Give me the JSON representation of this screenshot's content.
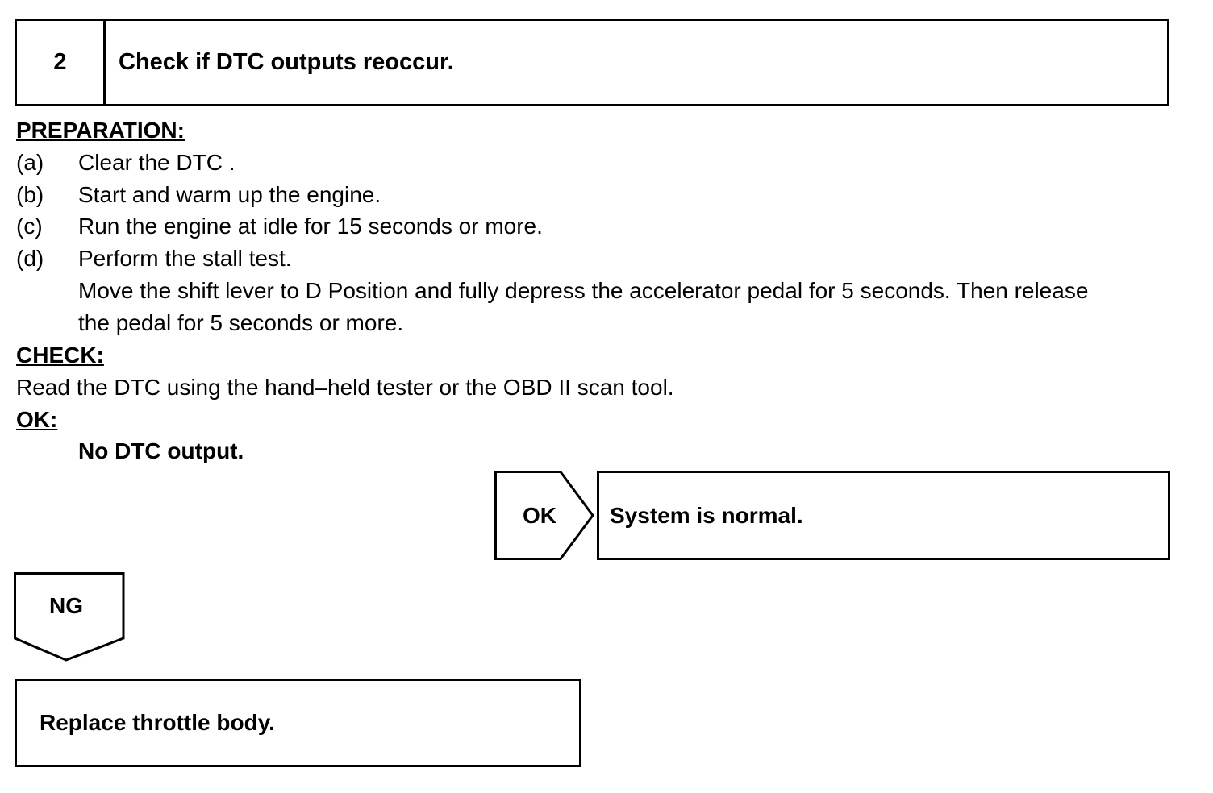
{
  "step": {
    "number": "2",
    "title": "Check if DTC outputs reoccur."
  },
  "preparation": {
    "heading": "PREPARATION:",
    "items": [
      {
        "marker": "(a)",
        "text": "Clear the DTC ."
      },
      {
        "marker": "(b)",
        "text": "Start and warm up the engine."
      },
      {
        "marker": "(c)",
        "text": "Run the engine at idle for 15 seconds or more."
      },
      {
        "marker": "(d)",
        "text": "Perform the stall test."
      }
    ],
    "note_line1": "Move the shift lever to D Position and fully depress the accelerator pedal for 5 seconds. Then release",
    "note_line2": "the pedal for 5 seconds or more."
  },
  "check": {
    "heading": "CHECK:",
    "text": "Read the DTC using the hand–held tester or the OBD II scan tool."
  },
  "ok_criteria": {
    "heading": "OK:",
    "text": "No DTC output."
  },
  "ok_branch": {
    "label": "OK",
    "result": "System is normal."
  },
  "ng_branch": {
    "label": "NG",
    "result": "Replace throttle body."
  }
}
